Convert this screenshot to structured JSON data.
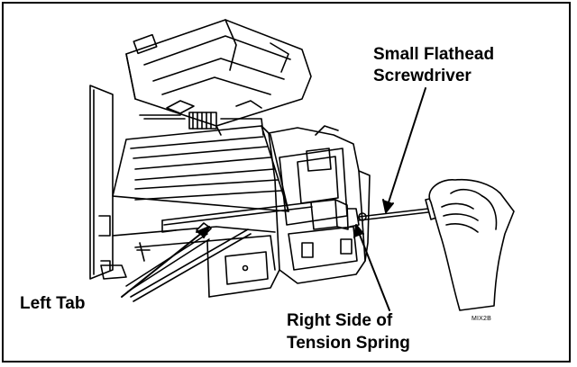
{
  "figure": {
    "callouts": {
      "screwdriver_line1": "Small Flathead",
      "screwdriver_line2": "Screwdriver",
      "left_tab": "Left Tab",
      "spring_line1": "Right Side of",
      "spring_line2": "Tension Spring"
    },
    "figure_code": "MIX2B"
  },
  "colors": {
    "ink": "#000000",
    "paper": "#ffffff"
  }
}
